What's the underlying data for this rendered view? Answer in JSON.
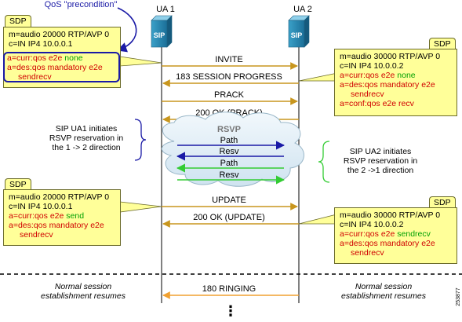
{
  "precondition_label": "QoS \"precondition\"",
  "ua1": {
    "label": "UA 1",
    "icon": "sip-phone-icon",
    "icon_text": "SIP"
  },
  "ua2": {
    "label": "UA 2",
    "icon": "sip-phone-icon",
    "icon_text": "SIP"
  },
  "messages": [
    {
      "label": "INVITE",
      "direction": "right"
    },
    {
      "label": "183 SESSION PROGRESS",
      "direction": "left"
    },
    {
      "label": "PRACK",
      "direction": "right"
    },
    {
      "label": "200 OK (PRACK)",
      "direction": "left"
    },
    {
      "label": "UPDATE",
      "direction": "right"
    },
    {
      "label": "200 OK (UPDATE)",
      "direction": "left"
    },
    {
      "label": "180 RINGING",
      "direction": "left"
    }
  ],
  "rsvp": {
    "title": "RSVP",
    "flows": [
      {
        "label": "Path",
        "color": "#1a1aa6",
        "direction": "right"
      },
      {
        "label": "Resv",
        "color": "#1a1aa6",
        "direction": "left"
      },
      {
        "label": "Path",
        "color": "#33cc33",
        "direction": "left"
      },
      {
        "label": "Resv",
        "color": "#33cc33",
        "direction": "right"
      }
    ]
  },
  "ua1_rsvp_note": [
    "SIP UA1 initiates",
    "RSVP reservation in",
    "the 1 -> 2 direction"
  ],
  "ua2_rsvp_note": [
    "SIP UA2 initiates",
    "RSVP reservation in",
    "the 2 ->1 direction"
  ],
  "sdp_tab": "SDP",
  "sdp1": {
    "black": [
      "m=audio 20000 RTP/AVP 0",
      "c=IN IP4 10.0.0.1"
    ],
    "curr_red": "a=curr:qos e2e ",
    "curr_green": "none",
    "des1": "a=des:qos mandatory e2e",
    "des2": "sendrecv"
  },
  "sdp2": {
    "black": [
      "m=audio 30000 RTP/AVP 0",
      "c=IN IP4 10.0.0.2"
    ],
    "curr_red": "a=curr:qos e2e ",
    "curr_green": "none",
    "des1": "a=des:qos mandatory e2e",
    "des2": "sendrecv",
    "conf": "a=conf:qos e2e recv"
  },
  "sdp3": {
    "black": [
      "m=audio 20000 RTP/AVP 0",
      "c=IN IP4 10.0.0.1"
    ],
    "curr_red": "a=curr:qos e2e ",
    "curr_green": "send",
    "des1": "a=des:qos mandatory e2e",
    "des2": "sendrecv"
  },
  "sdp4": {
    "black": [
      "m=audio 30000 RTP/AVP 0",
      "c=IN IP4 10.0.0.2"
    ],
    "curr_red": "a=curr:qos e2e ",
    "curr_green": "sendrecv",
    "des1": "a=des:qos mandatory e2e",
    "des2": "sendrecv"
  },
  "resume_left": [
    "Normal session",
    "establishment resumes"
  ],
  "resume_right": [
    "Normal session",
    "establishment resumes"
  ],
  "continuation": "⋮",
  "figure_id": "253877",
  "colors": {
    "arrow": "#c8961e",
    "ringing": "#f0a030",
    "path_blue": "#1a1aa6",
    "path_green": "#33cc33",
    "bracket_blue": "#1a1aa6",
    "bracket_green": "#33cc33",
    "note_fill": "#ffff99"
  }
}
